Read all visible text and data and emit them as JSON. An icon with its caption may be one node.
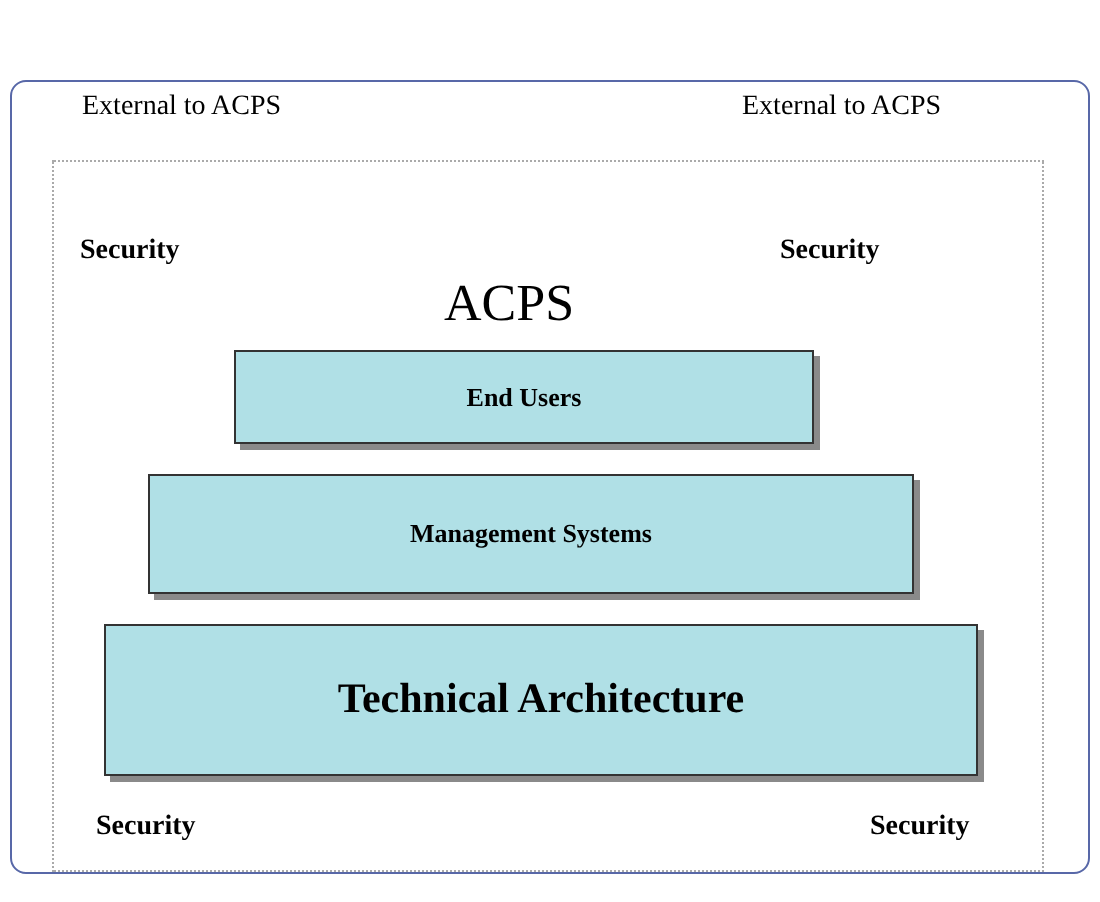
{
  "diagram": {
    "nodes": [
      {
        "text": [
          "External to ACPS",
          "External to ACPS"
        ]
      },
      {
        "text": [
          "ACPS"
        ],
        "in": 0
      },
      {
        "text": [
          "End Users"
        ],
        "in": 1
      },
      {
        "text": [
          "Management Systems"
        ],
        "in": 1
      },
      {
        "text": [
          "Technical Architecture"
        ],
        "in": 1
      }
    ],
    "edges": [],
    "labels": [
      "Security",
      "Security",
      "Security",
      "Security"
    ]
  }
}
